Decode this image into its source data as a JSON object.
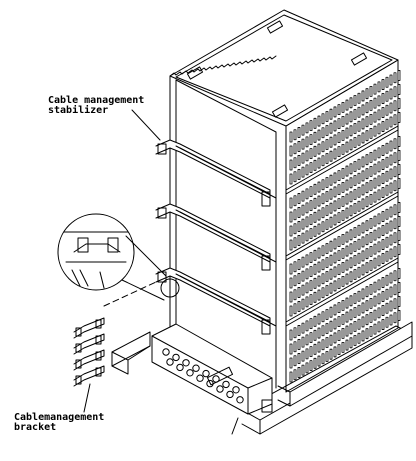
{
  "labels": {
    "stabilizer_line1": "Cable management",
    "stabilizer_line2": "stabilizer",
    "bracket_line1": "Cablemanagement",
    "bracket_line2": "bracket"
  },
  "colors": {
    "line": "#000000",
    "background": "#ffffff"
  }
}
